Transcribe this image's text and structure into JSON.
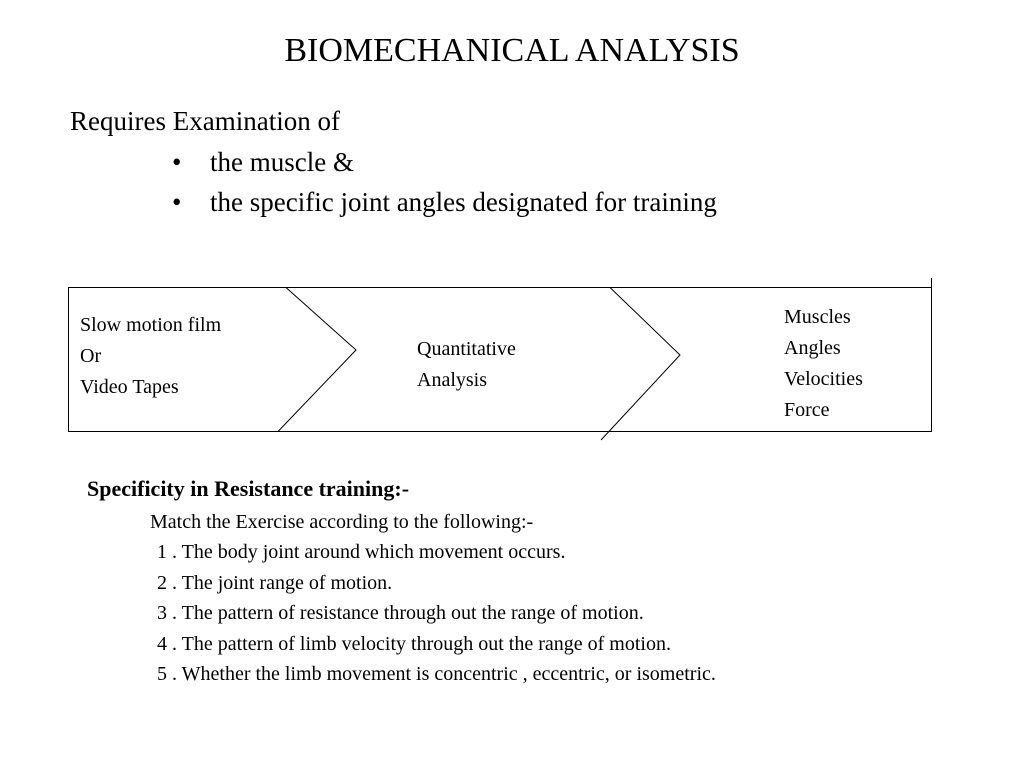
{
  "title": "BIOMECHANICAL ANALYSIS",
  "intro": "Requires Examination of",
  "bullets": [
    "the muscle &",
    "the specific joint angles designated for  training"
  ],
  "bullet_symbol": "•",
  "flow": {
    "left": [
      "Slow motion film",
      "Or",
      "Video Tapes"
    ],
    "middle": [
      "Quantitative",
      "Analysis"
    ],
    "right": [
      "Muscles",
      "Angles",
      "Velocities",
      "Force"
    ]
  },
  "specificity": {
    "heading": "Specificity in Resistance training:-",
    "subheading": "Match the Exercise according to the following:-",
    "items": [
      "1 . The body joint around which  movement occurs.",
      "2 . The joint range of motion.",
      "3 . The pattern of resistance through out the range of motion.",
      "4 . The pattern of limb velocity through out the range of motion.",
      "5 . Whether the limb movement is concentric , eccentric, or isometric."
    ]
  }
}
